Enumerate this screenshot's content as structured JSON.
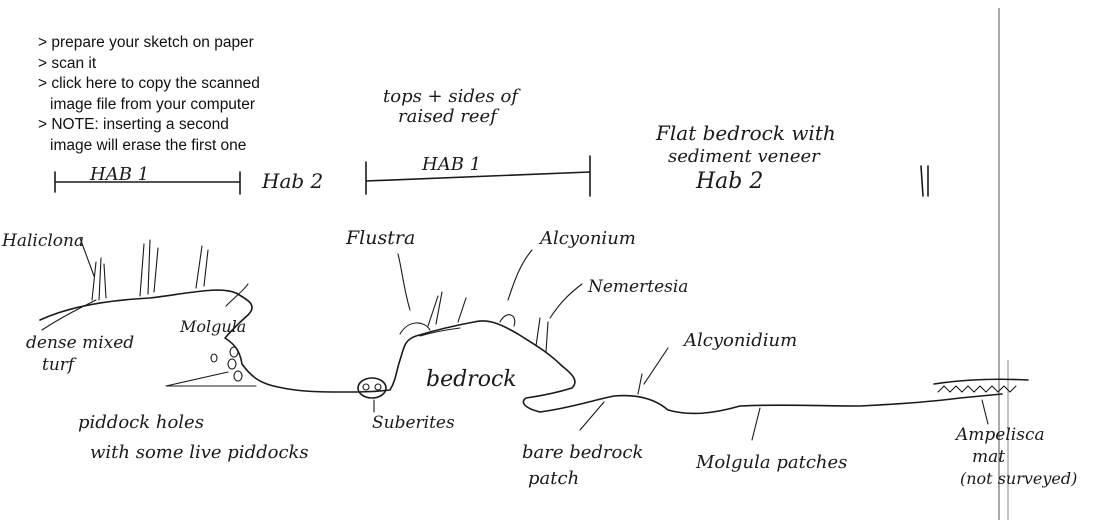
{
  "instructions": [
    "> prepare your sketch on paper",
    "> scan it",
    "> click here to copy the scanned",
    "image file from your computer",
    "> NOTE: inserting a second",
    "image will erase the first one"
  ],
  "habitat_bar": {
    "hab1_left": "HAB 1",
    "hab2_left": "Hab 2",
    "hab1_right": "HAB 1",
    "hab1_right_note": [
      "tops + sides of",
      "raised reef"
    ],
    "hab2_right_note": [
      "Flat bedrock with",
      "sediment veneer"
    ],
    "hab2_right": "Hab 2"
  },
  "labels": {
    "haliclona": "Haliclona",
    "dense_mixed_turf": [
      "dense mixed",
      "turf"
    ],
    "molgula": "Molgula",
    "flustra": "Flustra",
    "alcyonium": "Alcyonium",
    "nemertesia": "Nemertesia",
    "alcyonidium": "Alcyonidium",
    "bedrock": "bedrock",
    "piddock_holes": [
      "piddock holes",
      "with some live piddocks"
    ],
    "suberites": "Suberites",
    "bare_bedrock": [
      "bare bedrock",
      "patch"
    ],
    "molgula_patches": "Molgula patches",
    "ampelisca": [
      "Ampelisca",
      "mat",
      "(not surveyed)"
    ]
  }
}
